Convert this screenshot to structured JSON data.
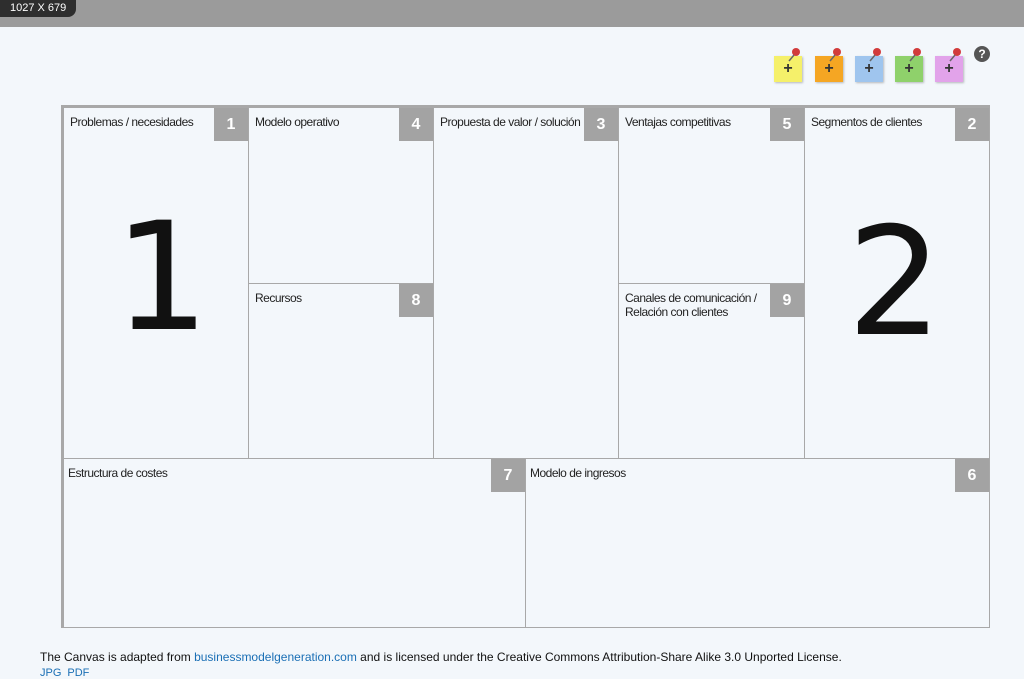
{
  "header": {
    "dimensions_label": "1027 X 679"
  },
  "toolbar": {
    "notes": [
      {
        "label": "+",
        "color": "#f5f06a"
      },
      {
        "label": "+",
        "color": "#f5a623"
      },
      {
        "label": "+",
        "color": "#9fc5ee"
      },
      {
        "label": "+",
        "color": "#8fd16b"
      },
      {
        "label": "+",
        "color": "#e2a3ea"
      }
    ],
    "help_label": "?"
  },
  "canvas": {
    "blocks": {
      "problems": {
        "title": "Problemas / necesidades",
        "number": "1",
        "big_value": "1"
      },
      "operating_model": {
        "title": "Modelo operativo",
        "number": "4"
      },
      "resources": {
        "title": "Recursos",
        "number": "8"
      },
      "value_proposition": {
        "title": "Propuesta de valor / solución",
        "number": "3"
      },
      "competitive_advantages": {
        "title": "Ventajas competitivas",
        "number": "5"
      },
      "channels": {
        "title": "Canales de comunicación / Relación con clientes",
        "number": "9"
      },
      "segments": {
        "title": "Segmentos de clientes",
        "number": "2",
        "big_value": "2"
      },
      "cost_structure": {
        "title": "Estructura de costes",
        "number": "7"
      },
      "revenue_model": {
        "title": "Modelo de ingresos",
        "number": "6"
      }
    }
  },
  "footer": {
    "text_before": "The Canvas is adapted from ",
    "link_text": "businessmodelgeneration.com",
    "text_after": " and is licensed under the Creative Commons Attribution-Share Alike 3.0 Unported License.",
    "downloads": [
      "JPG",
      "PDF"
    ]
  }
}
